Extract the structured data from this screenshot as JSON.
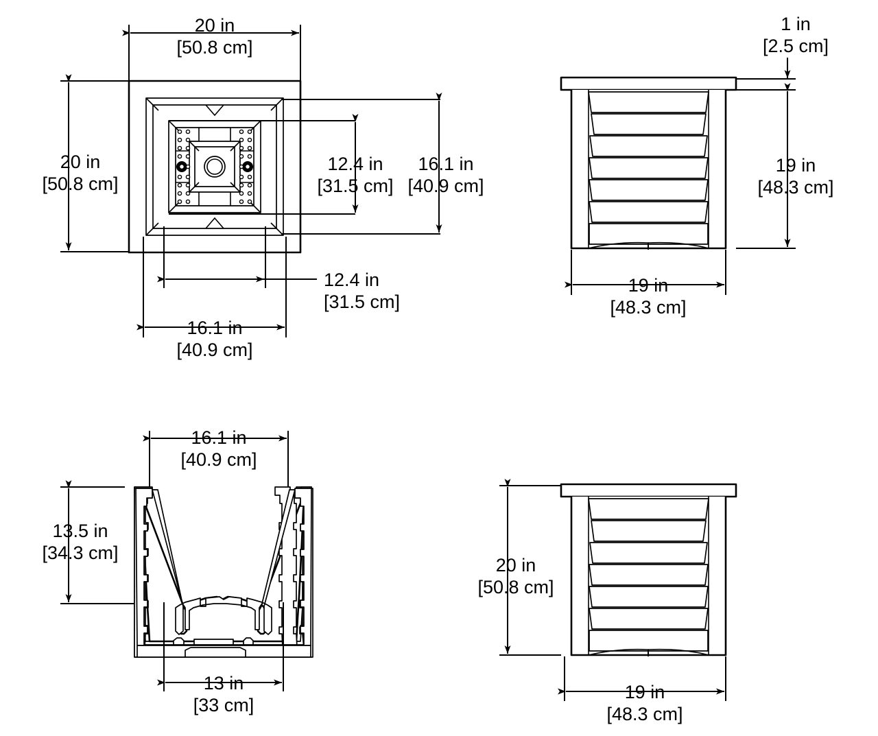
{
  "drawing": {
    "title": "Planter Box Dimensioned Drawing",
    "background_color": "#ffffff",
    "line_color": "#000000",
    "units_primary": "in",
    "units_secondary": "cm"
  },
  "views": {
    "top_left": {
      "name": "top-view",
      "dimensions": {
        "width_overall": {
          "imperial": "20 in",
          "metric": "[50.8 cm]"
        },
        "height_overall": {
          "imperial": "20 in",
          "metric": "[50.8 cm]"
        },
        "inner_vertical_small": {
          "imperial": "12.4 in",
          "metric": "[31.5 cm]"
        },
        "inner_vertical_large": {
          "imperial": "16.1 in",
          "metric": "[40.9 cm]"
        },
        "inner_horizontal_small": {
          "imperial": "12.4 in",
          "metric": "[31.5 cm]"
        },
        "inner_horizontal_large": {
          "imperial": "16.1 in",
          "metric": "[40.9 cm]"
        }
      }
    },
    "top_right": {
      "name": "front-elevation-view",
      "louver_count": 7,
      "dimensions": {
        "cap_thickness": {
          "imperial": "1 in",
          "metric": "[2.5 cm]"
        },
        "body_height": {
          "imperial": "19 in",
          "metric": "[48.3 cm]"
        },
        "body_width": {
          "imperial": "19 in",
          "metric": "[48.3 cm]"
        }
      }
    },
    "bottom_left": {
      "name": "section-view",
      "dimensions": {
        "top_opening_width": {
          "imperial": "16.1 in",
          "metric": "[40.9 cm]"
        },
        "interior_depth": {
          "imperial": "13.5 in",
          "metric": "[34.3 cm]"
        },
        "bottom_width": {
          "imperial": "13 in",
          "metric": "[33 cm]"
        }
      }
    },
    "bottom_right": {
      "name": "side-elevation-view",
      "louver_count": 7,
      "dimensions": {
        "overall_height": {
          "imperial": "20 in",
          "metric": "[50.8 cm]"
        },
        "overall_width": {
          "imperial": "19 in",
          "metric": "[48.3 cm]"
        }
      }
    }
  }
}
